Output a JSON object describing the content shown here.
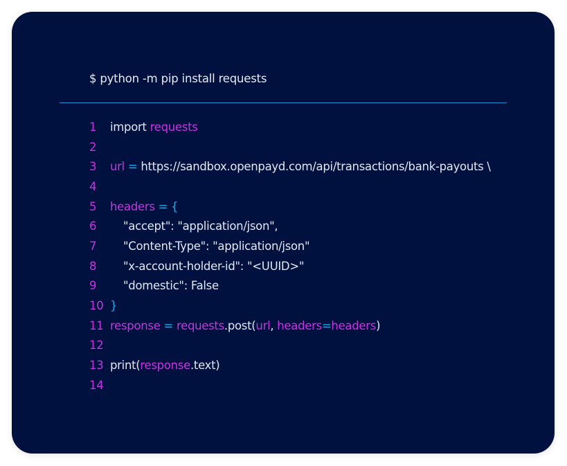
{
  "install_command": "$ python -m pip install requests",
  "colors": {
    "background": "#01113f",
    "line_numbers": "#c934e0",
    "variables": "#c934e0",
    "operators": "#1ea7e6",
    "text": "#e4e8f4",
    "divider": "#1f8fcf"
  },
  "code_lines": [
    {
      "num": "1",
      "tokens": [
        {
          "t": "import ",
          "k": "text"
        },
        {
          "t": "requests",
          "k": "var"
        }
      ]
    },
    {
      "num": "2",
      "tokens": []
    },
    {
      "num": "3",
      "tokens": [
        {
          "t": "url",
          "k": "var"
        },
        {
          "t": " = ",
          "k": "op"
        },
        {
          "t": "https://sandbox.openpayd.com/api/transactions/bank-payouts \\",
          "k": "text"
        }
      ]
    },
    {
      "num": "4",
      "tokens": []
    },
    {
      "num": "5",
      "tokens": [
        {
          "t": "headers",
          "k": "var"
        },
        {
          "t": " = {",
          "k": "op"
        }
      ]
    },
    {
      "num": "6",
      "indent": true,
      "tokens": [
        {
          "t": "\"accept\": \"application/json\",",
          "k": "text"
        }
      ]
    },
    {
      "num": "7",
      "indent": true,
      "tokens": [
        {
          "t": "\"Content-Type\": \"application/json\"",
          "k": "text"
        }
      ]
    },
    {
      "num": "8",
      "indent": true,
      "tokens": [
        {
          "t": "\"x-account-holder-id\": \"<UUID>\"",
          "k": "text"
        }
      ]
    },
    {
      "num": "9",
      "indent": true,
      "tokens": [
        {
          "t": "\"domestic\": False",
          "k": "text"
        }
      ]
    },
    {
      "num": "10",
      "tokens": [
        {
          "t": "}",
          "k": "op"
        }
      ]
    },
    {
      "num": "11",
      "tokens": [
        {
          "t": "response",
          "k": "var"
        },
        {
          "t": " = ",
          "k": "op"
        },
        {
          "t": "requests",
          "k": "var"
        },
        {
          "t": ".post(",
          "k": "text"
        },
        {
          "t": "url",
          "k": "var"
        },
        {
          "t": ", ",
          "k": "text"
        },
        {
          "t": "headers",
          "k": "var"
        },
        {
          "t": "=",
          "k": "op"
        },
        {
          "t": "headers",
          "k": "var"
        },
        {
          "t": ")",
          "k": "text"
        }
      ]
    },
    {
      "num": "12",
      "tokens": []
    },
    {
      "num": "13",
      "tokens": [
        {
          "t": "print(",
          "k": "text"
        },
        {
          "t": "response",
          "k": "var"
        },
        {
          "t": ".text)",
          "k": "text"
        }
      ]
    },
    {
      "num": "14",
      "tokens": []
    }
  ]
}
